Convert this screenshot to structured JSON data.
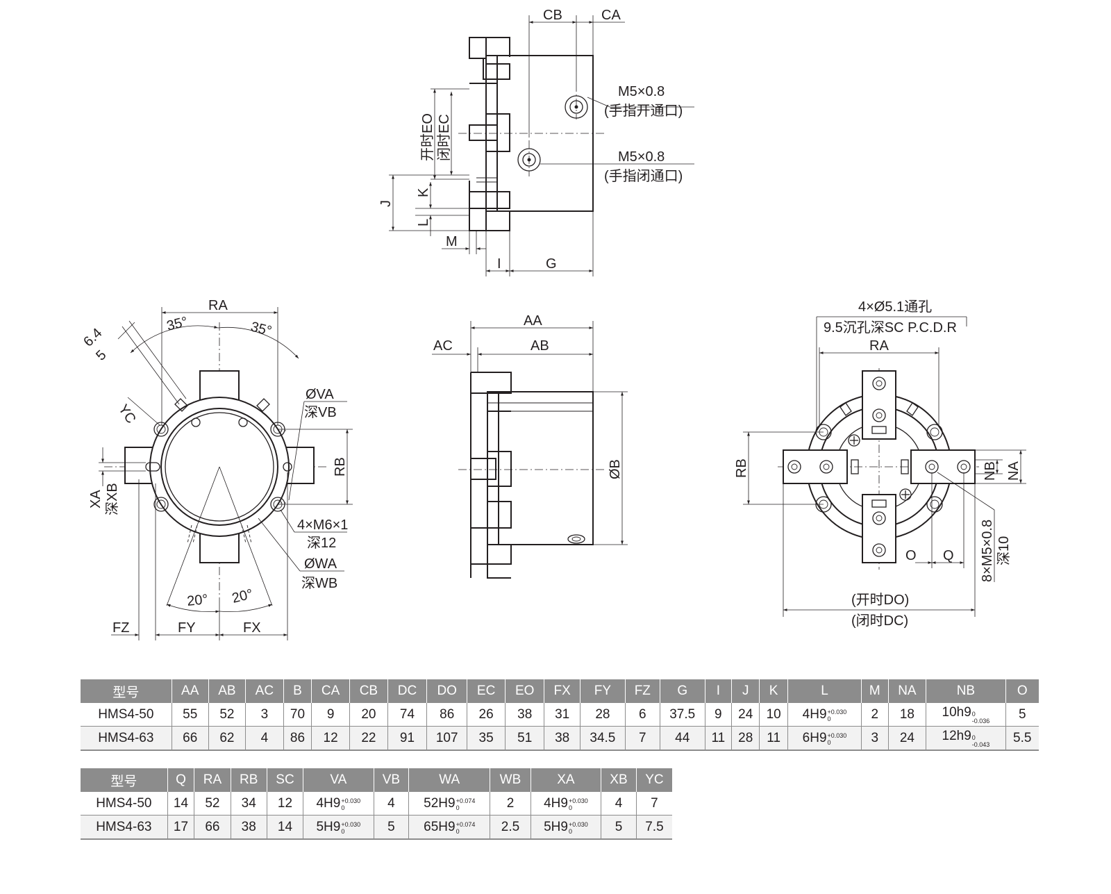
{
  "labels": {
    "top": {
      "cb": "CB",
      "ca": "CA",
      "port_open_thread": "M5×0.8",
      "port_open_name": "(手指开通口)",
      "port_close_thread": "M5×0.8",
      "port_close_name": "(手指闭通口)",
      "eo": "开时EO",
      "ec": "闭时EC",
      "j": "J",
      "k": "K",
      "l": "L",
      "m": "M",
      "i": "I",
      "g": "G"
    },
    "left": {
      "ra": "RA",
      "angle_35_left": "35°",
      "angle_35_right": "35°",
      "d64": "6.4",
      "d5": "5",
      "yc": "YC",
      "va": "ØVA",
      "vb": "深VB",
      "rb": "RB",
      "xa": "XA",
      "xb": "深XB",
      "m6": "4×M6×1",
      "m6_depth": "深12",
      "wa": "ØWA",
      "wb": "深WB",
      "angle_20_left": "20°",
      "angle_20_right": "20°",
      "fz": "FZ",
      "fy": "FY",
      "fx": "FX"
    },
    "middle": {
      "aa": "AA",
      "ac": "AC",
      "ab": "AB",
      "b": "ØB"
    },
    "right": {
      "hole_note": "4×Ø5.1通孔",
      "hole_note2": "9.5沉孔深SC P.C.D.R",
      "ra": "RA",
      "rb": "RB",
      "nb": "NB",
      "na": "NA",
      "m5": "8×M5×0.8",
      "m5_depth": "深10",
      "o": "O",
      "q": "Q",
      "do": "(开时DO)",
      "dc": "(闭时DC)"
    }
  },
  "table1": {
    "headers": [
      "型号",
      "AA",
      "AB",
      "AC",
      "B",
      "CA",
      "CB",
      "DC",
      "DO",
      "EC",
      "EO",
      "FX",
      "FY",
      "FZ",
      "G",
      "I",
      "J",
      "K",
      "L",
      "M",
      "NA",
      "NB",
      "O"
    ],
    "rows": [
      [
        {
          "v": "HMS4-50"
        },
        {
          "v": "55"
        },
        {
          "v": "52"
        },
        {
          "v": "3"
        },
        {
          "v": "70"
        },
        {
          "v": "9"
        },
        {
          "v": "20"
        },
        {
          "v": "74"
        },
        {
          "v": "86"
        },
        {
          "v": "26"
        },
        {
          "v": "38"
        },
        {
          "v": "31"
        },
        {
          "v": "28"
        },
        {
          "v": "6"
        },
        {
          "v": "37.5"
        },
        {
          "v": "9"
        },
        {
          "v": "24"
        },
        {
          "v": "10"
        },
        {
          "v": "4H9",
          "up": "+0.030",
          "lo": "0"
        },
        {
          "v": "2"
        },
        {
          "v": "18"
        },
        {
          "v": "10h9",
          "up": "0",
          "lo": "-0.036",
          "neg": true
        },
        {
          "v": "5"
        }
      ],
      [
        {
          "v": "HMS4-63"
        },
        {
          "v": "66"
        },
        {
          "v": "62"
        },
        {
          "v": "4"
        },
        {
          "v": "86"
        },
        {
          "v": "12"
        },
        {
          "v": "22"
        },
        {
          "v": "91"
        },
        {
          "v": "107"
        },
        {
          "v": "35"
        },
        {
          "v": "51"
        },
        {
          "v": "38"
        },
        {
          "v": "34.5"
        },
        {
          "v": "7"
        },
        {
          "v": "44"
        },
        {
          "v": "11"
        },
        {
          "v": "28"
        },
        {
          "v": "11"
        },
        {
          "v": "6H9",
          "up": "+0.030",
          "lo": "0"
        },
        {
          "v": "3"
        },
        {
          "v": "24"
        },
        {
          "v": "12h9",
          "up": "0",
          "lo": "-0.043",
          "neg": true
        },
        {
          "v": "5.5"
        }
      ]
    ]
  },
  "table2": {
    "headers": [
      "型号",
      "Q",
      "RA",
      "RB",
      "SC",
      "VA",
      "VB",
      "WA",
      "WB",
      "XA",
      "XB",
      "YC"
    ],
    "rows": [
      [
        {
          "v": "HMS4-50"
        },
        {
          "v": "14"
        },
        {
          "v": "52"
        },
        {
          "v": "34"
        },
        {
          "v": "12"
        },
        {
          "v": "4H9",
          "up": "+0.030",
          "lo": "0"
        },
        {
          "v": "4"
        },
        {
          "v": "52H9",
          "up": "+0.074",
          "lo": "0"
        },
        {
          "v": "2"
        },
        {
          "v": "4H9",
          "up": "+0.030",
          "lo": "0"
        },
        {
          "v": "4"
        },
        {
          "v": "7"
        }
      ],
      [
        {
          "v": "HMS4-63"
        },
        {
          "v": "17"
        },
        {
          "v": "66"
        },
        {
          "v": "38"
        },
        {
          "v": "14"
        },
        {
          "v": "5H9",
          "up": "+0.030",
          "lo": "0"
        },
        {
          "v": "5"
        },
        {
          "v": "65H9",
          "up": "+0.074",
          "lo": "0"
        },
        {
          "v": "2.5"
        },
        {
          "v": "5H9",
          "up": "+0.030",
          "lo": "0"
        },
        {
          "v": "5"
        },
        {
          "v": "7.5"
        }
      ]
    ]
  }
}
